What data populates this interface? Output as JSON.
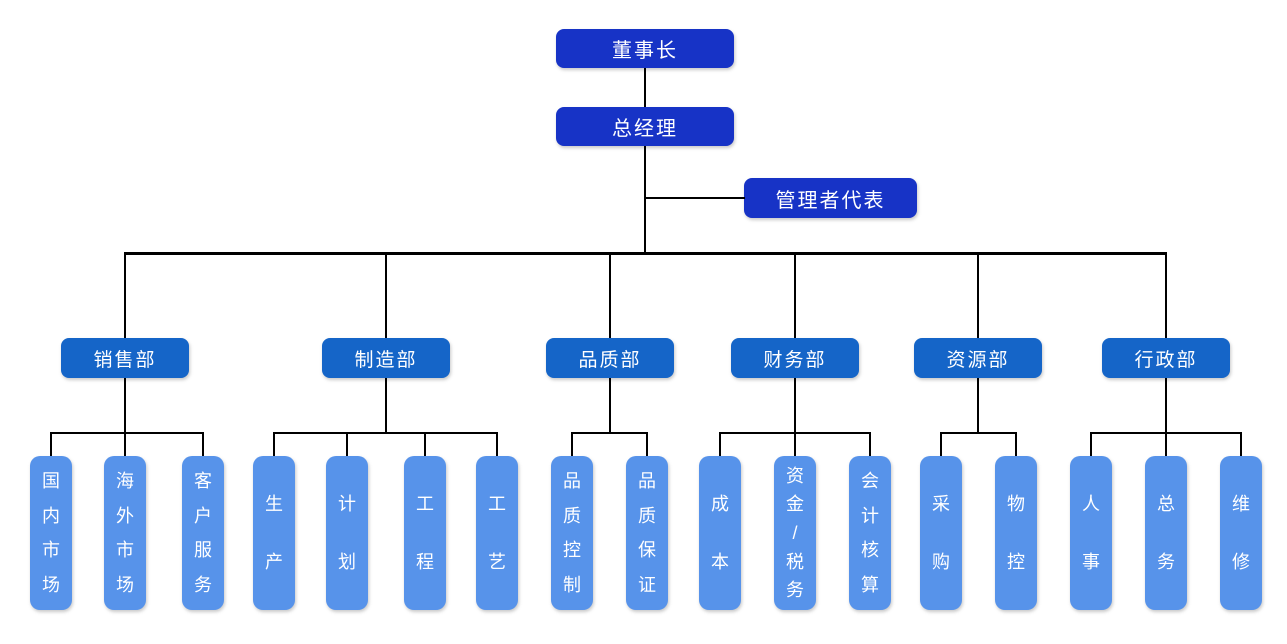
{
  "diagram": {
    "type": "org-chart",
    "root": {
      "label": "董事长"
    },
    "general_manager": {
      "label": "总经理"
    },
    "representative": {
      "label": "管理者代表"
    },
    "departments": [
      {
        "label": "销售部",
        "children": [
          "国内市场",
          "海外市场",
          "客户服务"
        ]
      },
      {
        "label": "制造部",
        "children": [
          "生产",
          "计划",
          "工程",
          "工艺"
        ]
      },
      {
        "label": "品质部",
        "children": [
          "品质控制",
          "品质保证"
        ]
      },
      {
        "label": "财务部",
        "children": [
          "成本",
          "资金/税务",
          "会计核算"
        ]
      },
      {
        "label": "资源部",
        "children": [
          "采购",
          "物控"
        ]
      },
      {
        "label": "行政部",
        "children": [
          "人事",
          "总务",
          "维修"
        ]
      }
    ],
    "colors": {
      "level1": "#1733c6",
      "level2": "#1565c8",
      "level3": "#5793ea",
      "line": "#000000",
      "text": "#ffffff",
      "background": "#ffffff"
    }
  }
}
